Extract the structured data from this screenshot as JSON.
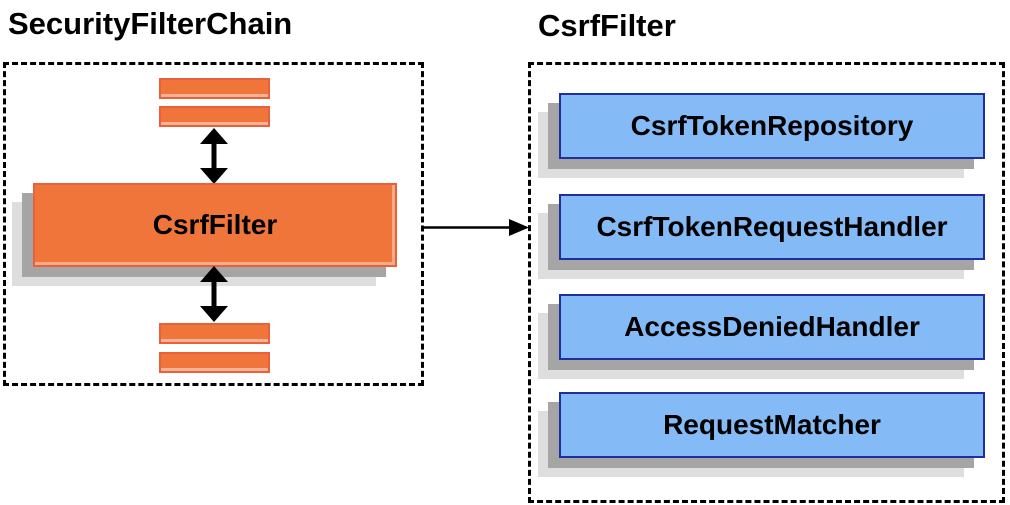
{
  "left_panel": {
    "title": "SecurityFilterChain",
    "filter_box_label": "CsrfFilter",
    "placeholder_filter_bars": {
      "above": 2,
      "below": 2
    }
  },
  "right_panel": {
    "title": "CsrfFilter",
    "components": [
      {
        "label": "CsrfTokenRepository"
      },
      {
        "label": "CsrfTokenRequestHandler"
      },
      {
        "label": "AccessDeniedHandler"
      },
      {
        "label": "RequestMatcher"
      }
    ]
  },
  "colors": {
    "orange_fill": "#F0753B",
    "orange_border": "#E8613A",
    "blue_fill": "#84BAF6",
    "blue_border": "#1F2F9E",
    "shadow_dark": "#A5A5A5",
    "shadow_light": "#DEDEDE",
    "line": "#000000",
    "text": "#000000",
    "background": "#FFFFFF"
  }
}
